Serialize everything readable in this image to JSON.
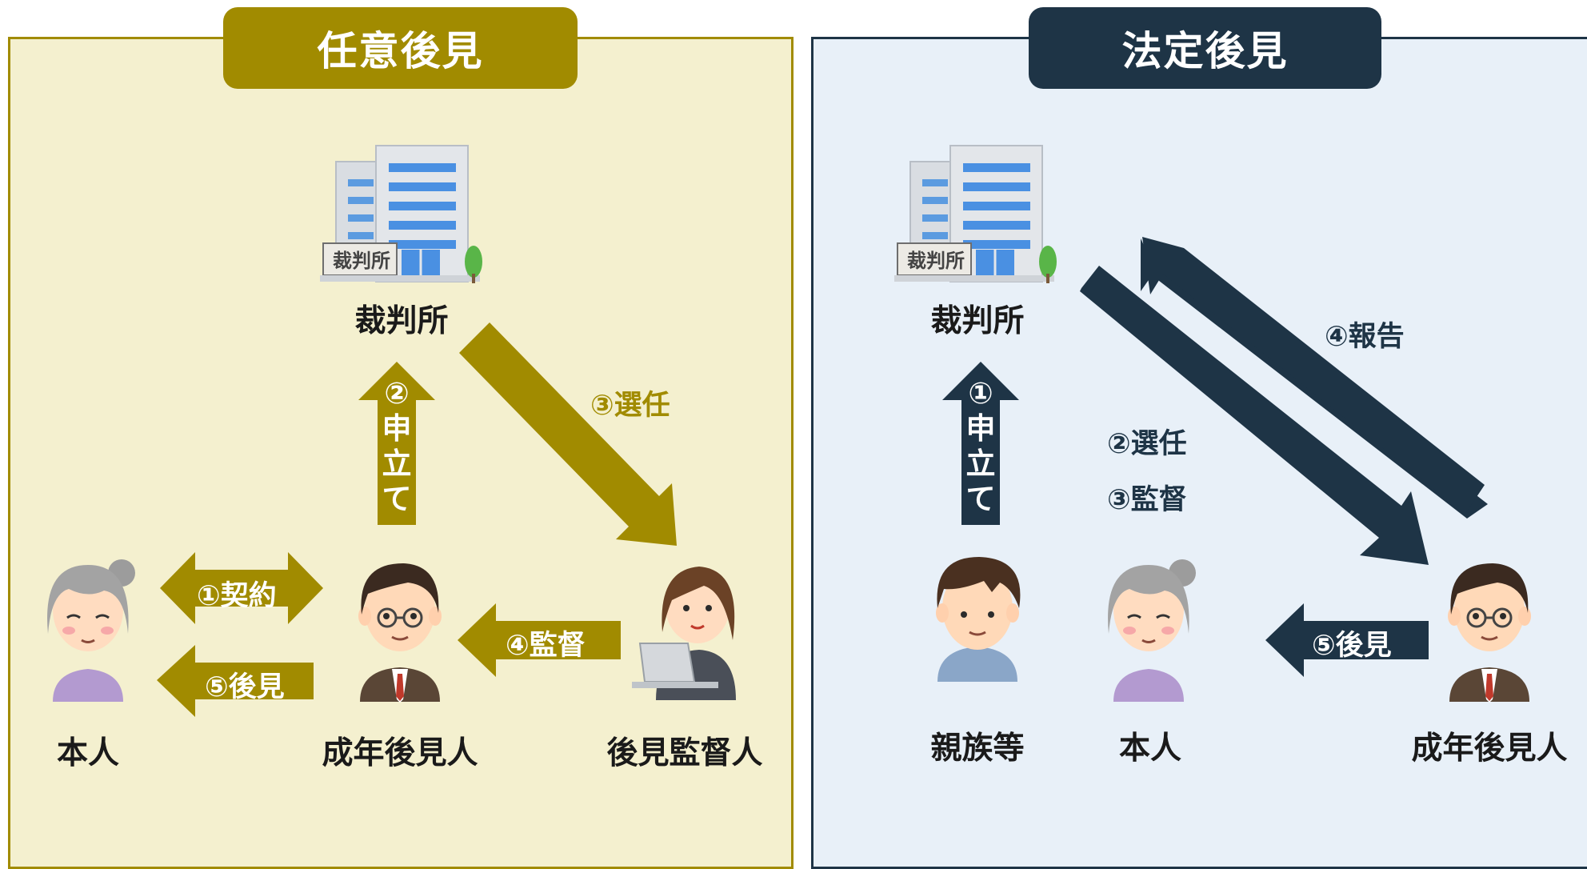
{
  "colors": {
    "ninni": "#a18b00",
    "ninni_bg": "#f4f0cf",
    "houtei": "#1e3446",
    "houtei_bg": "#e8f0f8"
  },
  "left": {
    "title": "任意後見",
    "court_sign": "裁判所",
    "court_label": "裁判所",
    "arrows": {
      "apply_num": "②",
      "apply_chars": [
        "申",
        "立",
        "て"
      ],
      "appoint": "③選任",
      "contract": "①契約",
      "supervise": "④監督",
      "guard": "⑤後見"
    },
    "people": {
      "principal": "本人",
      "guardian": "成年後見人",
      "supervisor": "後見監督人"
    }
  },
  "right": {
    "title": "法定後見",
    "court_sign": "裁判所",
    "court_label": "裁判所",
    "arrows": {
      "apply_num": "①",
      "apply_chars": [
        "申",
        "立",
        "て"
      ],
      "report": "④報告",
      "appoint": "②選任",
      "supervise": "③監督",
      "guard": "⑤後見"
    },
    "people": {
      "relatives": "親族等",
      "principal": "本人",
      "guardian": "成年後見人"
    }
  }
}
